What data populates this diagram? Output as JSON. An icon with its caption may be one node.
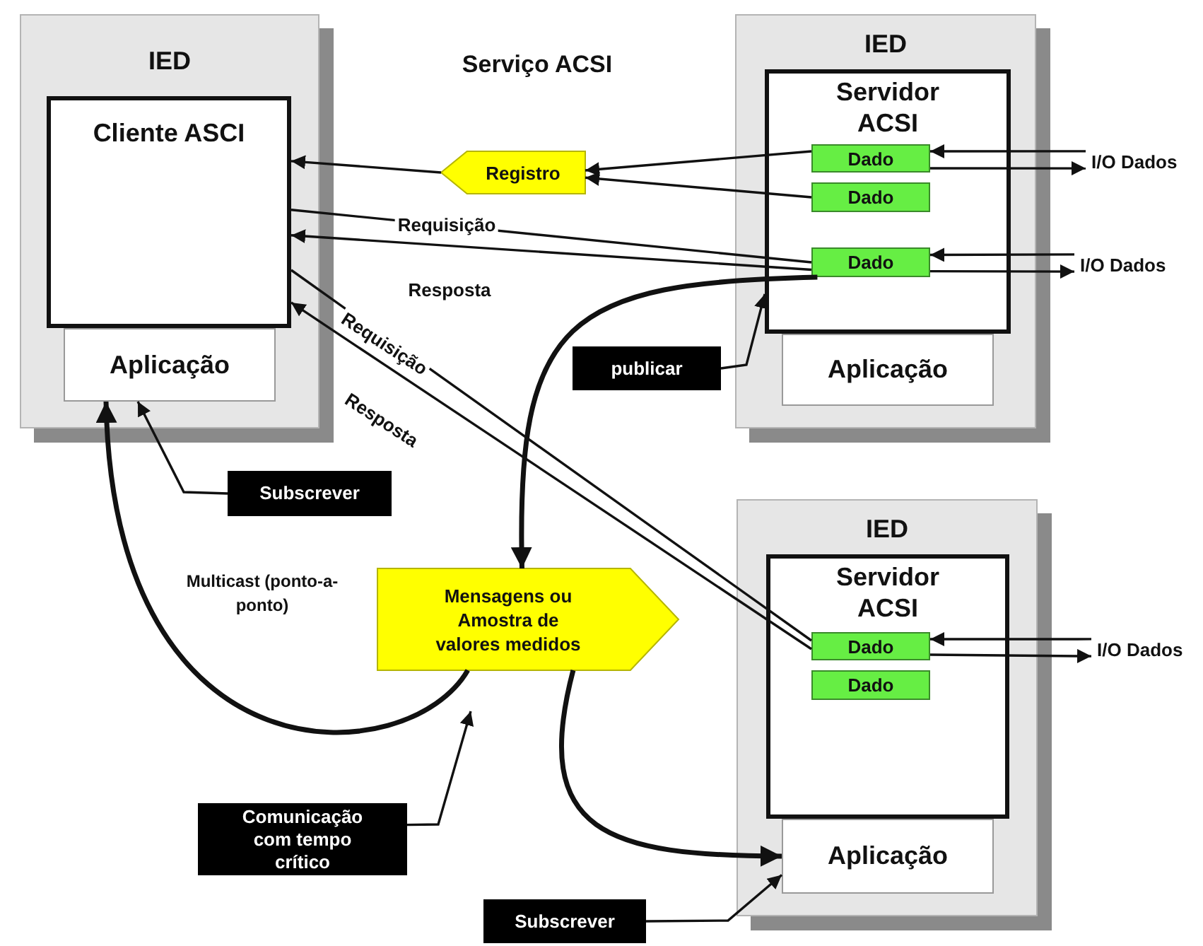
{
  "diagram": {
    "title": "Serviço ACSI",
    "nodes": [
      {
        "text": [
          "IED"
        ]
      },
      {
        "text": [
          "Cliente ASCI"
        ],
        "in": 0
      },
      {
        "text": [
          "Aplicação"
        ],
        "in": 0
      },
      {
        "text": [
          "IED"
        ]
      },
      {
        "text": [
          "Servidor ACSI"
        ],
        "in": 3
      },
      {
        "text": [
          "Dado"
        ],
        "in": 4
      },
      {
        "text": [
          "Dado"
        ],
        "in": 4
      },
      {
        "text": [
          "Dado"
        ],
        "in": 4
      },
      {
        "text": [
          "Aplicação"
        ],
        "in": 3
      },
      {
        "text": [
          "IED"
        ]
      },
      {
        "text": [
          "Servidor ACSI"
        ],
        "in": 9
      },
      {
        "text": [
          "Dado"
        ],
        "in": 10
      },
      {
        "text": [
          "Dado"
        ],
        "in": 10
      },
      {
        "text": [
          "Aplicação"
        ],
        "in": 9
      },
      {
        "text": [
          "Registro"
        ]
      },
      {
        "text": [
          "Mensagens ou Amostra de valores medidos"
        ]
      },
      {
        "text": [
          "publicar"
        ]
      },
      {
        "text": [
          "Subscrever"
        ]
      },
      {
        "text": [
          "Comunicação com tempo crítico"
        ]
      },
      {
        "text": [
          "Subscrever"
        ]
      },
      {
        "text": [
          "I/O Dados"
        ]
      },
      {
        "text": [
          "I/O Dados"
        ]
      },
      {
        "text": [
          "I/O Dados"
        ]
      }
    ],
    "edges": [
      {
        "from": 5,
        "to": 14,
        "arrow": "to"
      },
      {
        "from": 6,
        "to": 14,
        "arrow": "to"
      },
      {
        "from": 14,
        "to": 1,
        "arrow": "to"
      },
      {
        "from": 1,
        "to": 7,
        "arrow": "none",
        "label": "Requisição"
      },
      {
        "from": 7,
        "to": 1,
        "arrow": "to",
        "label": "Resposta"
      },
      {
        "from": 1,
        "to": 11,
        "arrow": "none",
        "label": "Requisição"
      },
      {
        "from": 11,
        "to": 1,
        "arrow": "to",
        "label": "Resposta"
      },
      {
        "from": 7,
        "to": 15,
        "arrow": "to",
        "style": "thick"
      },
      {
        "from": 15,
        "to": 2,
        "arrow": "to",
        "style": "thick"
      },
      {
        "from": 15,
        "to": 13,
        "arrow": "to",
        "style": "thick"
      },
      {
        "from": 16,
        "to": 4,
        "arrow": "to"
      },
      {
        "from": 17,
        "to": 2,
        "arrow": "to"
      },
      {
        "from": 18,
        "to": null,
        "arrow": "to"
      },
      {
        "from": 19,
        "to": 13,
        "arrow": "to"
      },
      {
        "from": 20,
        "to": 5,
        "arrow": "to"
      },
      {
        "from": 5,
        "to": 20,
        "arrow": "to"
      },
      {
        "from": 21,
        "to": 7,
        "arrow": "to"
      },
      {
        "from": 7,
        "to": 21,
        "arrow": "to"
      },
      {
        "from": 22,
        "to": 11,
        "arrow": "to"
      },
      {
        "from": 11,
        "to": 22,
        "arrow": "to"
      }
    ],
    "labels": [
      "Multicast (ponto-a-ponto)"
    ]
  }
}
